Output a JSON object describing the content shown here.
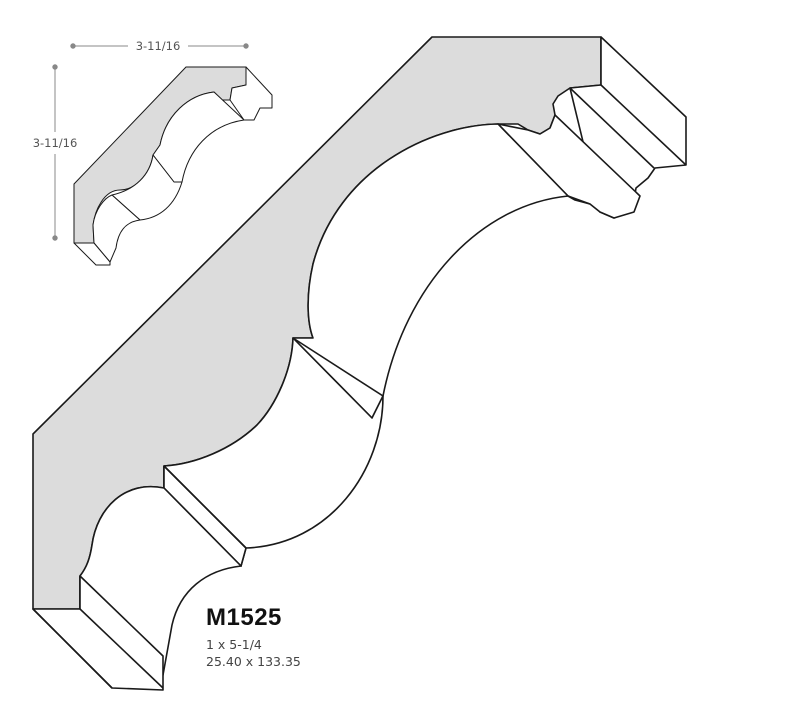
{
  "product": {
    "code": "M1525",
    "size_imperial": "1 x 5-1/4",
    "size_metric": "25.40 x 133.35"
  },
  "thumbnail": {
    "width_label": "3-11/16",
    "height_label": "3-11/16"
  },
  "colors": {
    "profile_fill": "#dcdcdc",
    "outline": "#1a1a1a",
    "dimension_line": "#888888"
  }
}
